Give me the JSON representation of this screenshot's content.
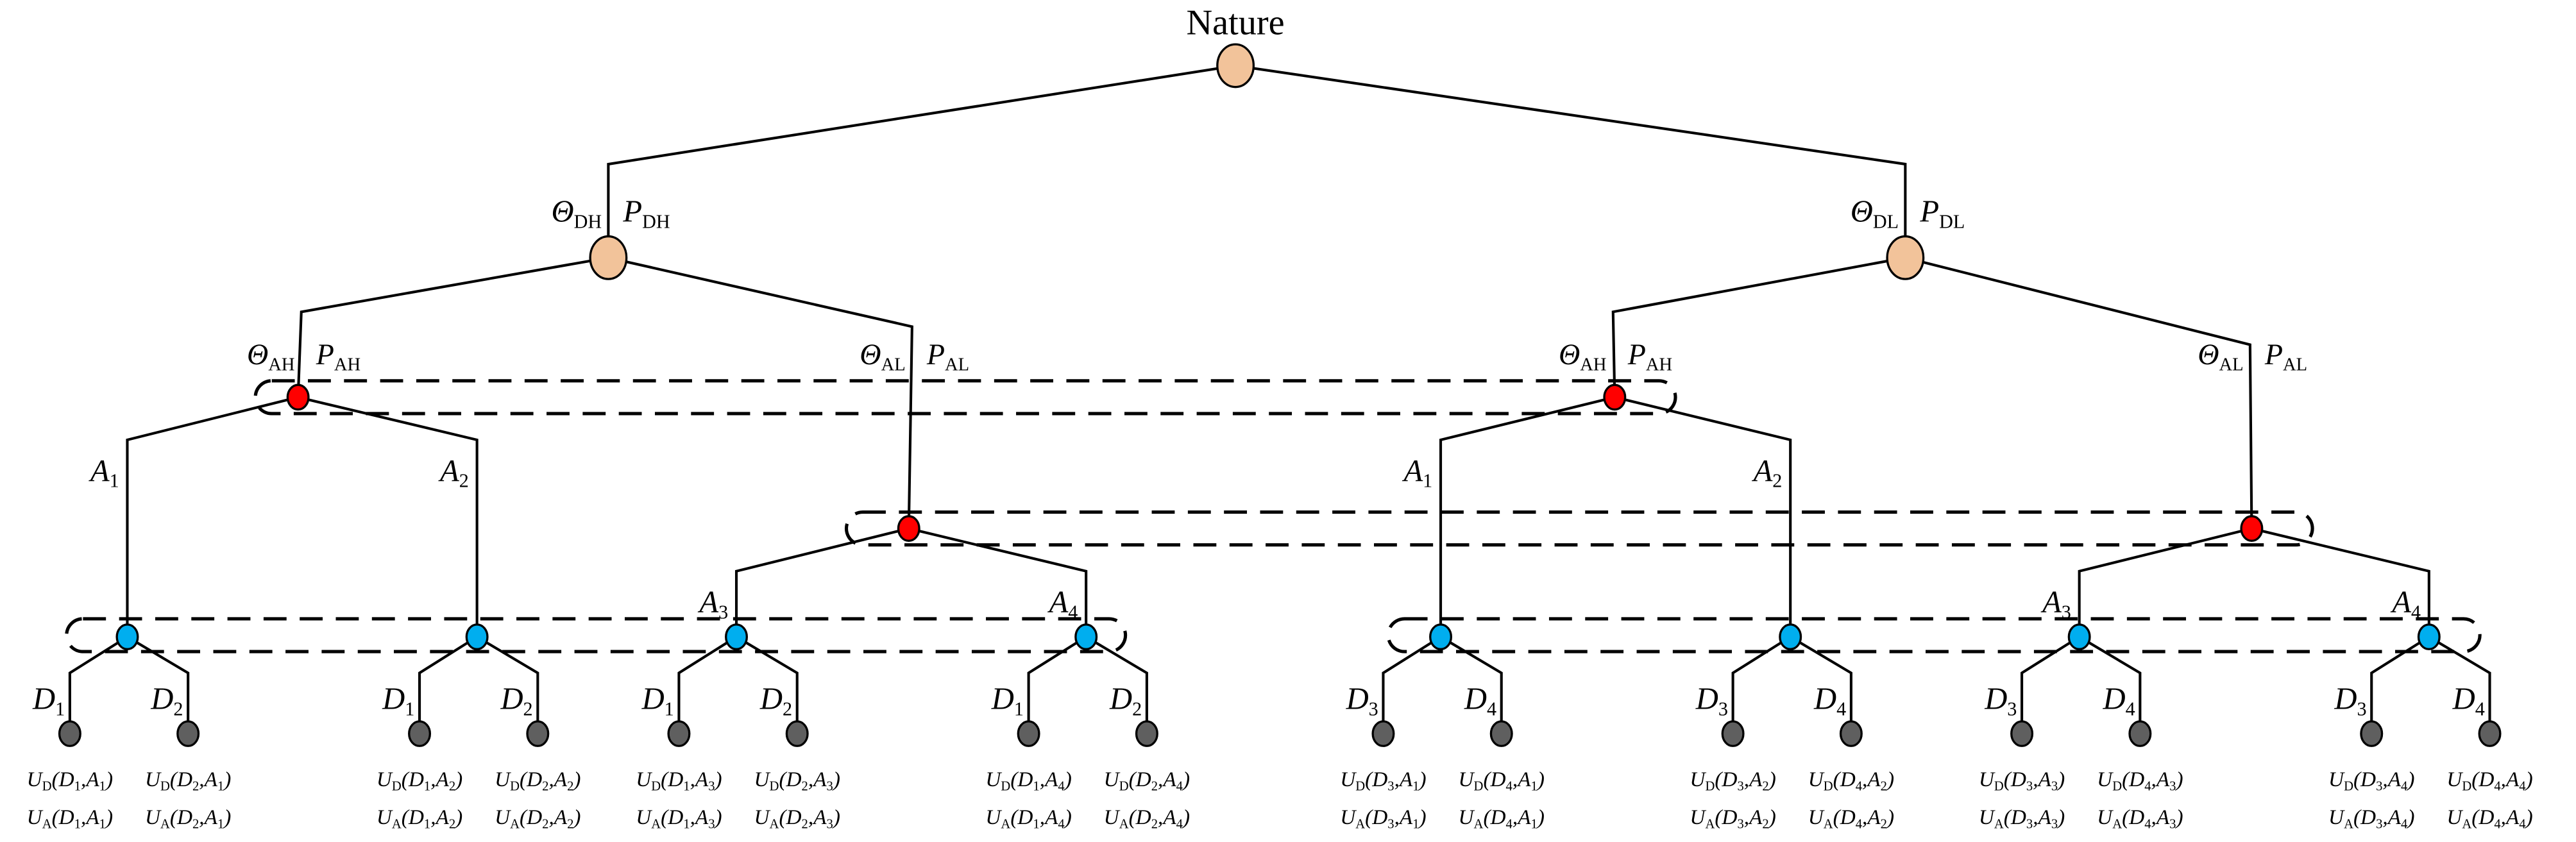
{
  "title": "Nature",
  "colors": {
    "nature_node": "#F2C39A",
    "attacker_node": "#FF0000",
    "defender_node": "#00AEEF",
    "terminal_node": "#5F5F5F",
    "edge": "#000000"
  },
  "defender_types": {
    "high": [
      [
        "Θ",
        "DH"
      ],
      [
        "P",
        "DH"
      ]
    ],
    "low": [
      [
        "Θ",
        "DL"
      ],
      [
        "P",
        "DL"
      ]
    ]
  },
  "attacker_types": [
    [
      [
        "Θ",
        "AH"
      ],
      [
        "P",
        "AH"
      ]
    ],
    [
      [
        "Θ",
        "AL"
      ],
      [
        "P",
        "AL"
      ]
    ],
    [
      [
        "Θ",
        "AH"
      ],
      [
        "P",
        "AH"
      ]
    ],
    [
      [
        "Θ",
        "AL"
      ],
      [
        "P",
        "AL"
      ]
    ]
  ],
  "attacker_actions": [
    [
      "A",
      "1"
    ],
    [
      "A",
      "2"
    ],
    [
      "A",
      "3"
    ],
    [
      "A",
      "4"
    ],
    [
      "A",
      "1"
    ],
    [
      "A",
      "2"
    ],
    [
      "A",
      "3"
    ],
    [
      "A",
      "4"
    ]
  ],
  "defender_actions": [
    [
      "D",
      "1"
    ],
    [
      "D",
      "2"
    ],
    [
      "D",
      "1"
    ],
    [
      "D",
      "2"
    ],
    [
      "D",
      "1"
    ],
    [
      "D",
      "2"
    ],
    [
      "D",
      "1"
    ],
    [
      "D",
      "2"
    ],
    [
      "D",
      "3"
    ],
    [
      "D",
      "4"
    ],
    [
      "D",
      "3"
    ],
    [
      "D",
      "4"
    ],
    [
      "D",
      "3"
    ],
    [
      "D",
      "4"
    ],
    [
      "D",
      "3"
    ],
    [
      "D",
      "4"
    ]
  ],
  "payoffs": [
    {
      "ud": [
        "U",
        "D",
        "(D",
        "1",
        ",A",
        "1",
        ")"
      ],
      "ua": [
        "U",
        "A",
        "(D",
        "1",
        ",A",
        "1",
        ")"
      ]
    },
    {
      "ud": [
        "U",
        "D",
        "(D",
        "2",
        ",A",
        "1",
        ")"
      ],
      "ua": [
        "U",
        "A",
        "(D",
        "2",
        ",A",
        "1",
        ")"
      ]
    },
    {
      "ud": [
        "U",
        "D",
        "(D",
        "1",
        ",A",
        "2",
        ")"
      ],
      "ua": [
        "U",
        "A",
        "(D",
        "1",
        ",A",
        "2",
        ")"
      ]
    },
    {
      "ud": [
        "U",
        "D",
        "(D",
        "2",
        ",A",
        "2",
        ")"
      ],
      "ua": [
        "U",
        "A",
        "(D",
        "2",
        ",A",
        "2",
        ")"
      ]
    },
    {
      "ud": [
        "U",
        "D",
        "(D",
        "1",
        ",A",
        "3",
        ")"
      ],
      "ua": [
        "U",
        "A",
        "(D",
        "1",
        ",A",
        "3",
        ")"
      ]
    },
    {
      "ud": [
        "U",
        "D",
        "(D",
        "2",
        ",A",
        "3",
        ")"
      ],
      "ua": [
        "U",
        "A",
        "(D",
        "2",
        ",A",
        "3",
        ")"
      ]
    },
    {
      "ud": [
        "U",
        "D",
        "(D",
        "1",
        ",A",
        "4",
        ")"
      ],
      "ua": [
        "U",
        "A",
        "(D",
        "1",
        ",A",
        "4",
        ")"
      ]
    },
    {
      "ud": [
        "U",
        "D",
        "(D",
        "2",
        ",A",
        "4",
        ")"
      ],
      "ua": [
        "U",
        "A",
        "(D",
        "2",
        ",A",
        "4",
        ")"
      ]
    },
    {
      "ud": [
        "U",
        "D",
        "(D",
        "3",
        ",A",
        "1",
        ")"
      ],
      "ua": [
        "U",
        "A",
        "(D",
        "3",
        ",A",
        "1",
        ")"
      ]
    },
    {
      "ud": [
        "U",
        "D",
        "(D",
        "4",
        ",A",
        "1",
        ")"
      ],
      "ua": [
        "U",
        "A",
        "(D",
        "4",
        ",A",
        "1",
        ")"
      ]
    },
    {
      "ud": [
        "U",
        "D",
        "(D",
        "3",
        ",A",
        "2",
        ")"
      ],
      "ua": [
        "U",
        "A",
        "(D",
        "3",
        ",A",
        "2",
        ")"
      ]
    },
    {
      "ud": [
        "U",
        "D",
        "(D",
        "4",
        ",A",
        "2",
        ")"
      ],
      "ua": [
        "U",
        "A",
        "(D",
        "4",
        ",A",
        "2",
        ")"
      ]
    },
    {
      "ud": [
        "U",
        "D",
        "(D",
        "3",
        ",A",
        "3",
        ")"
      ],
      "ua": [
        "U",
        "A",
        "(D",
        "3",
        ",A",
        "3",
        ")"
      ]
    },
    {
      "ud": [
        "U",
        "D",
        "(D",
        "4",
        ",A",
        "3",
        ")"
      ],
      "ua": [
        "U",
        "A",
        "(D",
        "4",
        ",A",
        "3",
        ")"
      ]
    },
    {
      "ud": [
        "U",
        "D",
        "(D",
        "3",
        ",A",
        "4",
        ")"
      ],
      "ua": [
        "U",
        "A",
        "(D",
        "3",
        ",A",
        "4",
        ")"
      ]
    },
    {
      "ud": [
        "U",
        "D",
        "(D",
        "4",
        ",A",
        "4",
        ")"
      ],
      "ua": [
        "U",
        "A",
        "(D",
        "4",
        ",A",
        "4",
        ")"
      ]
    }
  ]
}
